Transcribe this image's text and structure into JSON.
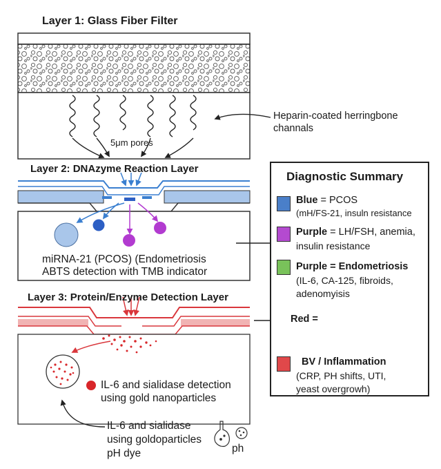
{
  "layer1": {
    "title": "Layer 1: Glass Fiber Filter",
    "pores_label": "5μm pores",
    "channels_label_1": "Heparin-coated herringbone",
    "channels_label_2": "channals"
  },
  "layer2": {
    "title": "Layer 2: DNAzyme Reaction Layer",
    "detection_line_1": "miRNA-21 (PCOS) (Endometriosis",
    "detection_line_2": "ABTS detection with TMB indicator"
  },
  "layer3": {
    "title": "Layer 3: Protein/Enzyme Detection Layer",
    "detection_line_1": "IL-6 and sialidase detection",
    "detection_line_2": "using gold nanoparticles",
    "note_line_1": "IL-6 and sialidase",
    "note_line_2": "using goldoparticles",
    "note_line_3": "pH dye",
    "ph_label": "ph"
  },
  "legend": {
    "title": "Diagnostic Summary",
    "blue": {
      "key": "Blue",
      "rest": " = PCOS",
      "sub": "(mH/FS-21, insuln resistance",
      "color": "#4a7fc9"
    },
    "purple1": {
      "key": "Purple",
      "rest": " = LH/FSH, anemia,",
      "sub": "insulin resistance",
      "color": "#b44ad0"
    },
    "purple2": {
      "key": "Purple = Endometriosis",
      "sub1": "(IL-6, CA-125, fibroids,",
      "sub2": "adenomyisis",
      "color": "#79c25a"
    },
    "red": {
      "label": "Red ="
    },
    "bv": {
      "key": "BV / Inflammation",
      "sub1": "(CRP, PH shifts, UTI,",
      "sub2": "yeast overgrowh)",
      "color": "#e0484a"
    }
  },
  "colors": {
    "blue_line": "#3a7fd0",
    "red_line": "#d9363b",
    "purple_dot": "#b23bd0",
    "dark_blue_dot": "#2d5fc4",
    "light_blue_dot": "#a9c6ea",
    "red_dot": "#d8262a"
  }
}
